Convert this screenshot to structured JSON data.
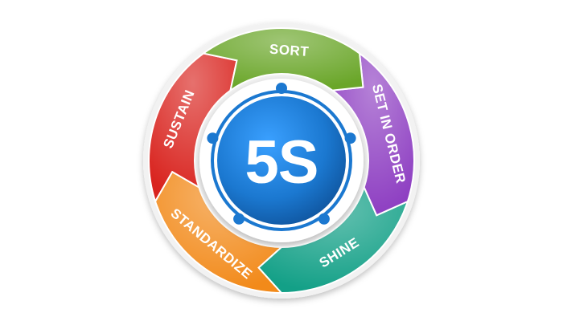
{
  "center": {
    "label": "5S",
    "color": "#1b78d0"
  },
  "segments": [
    {
      "label": "SORT",
      "color": "#6aa629"
    },
    {
      "label": "SET IN ORDER",
      "color": "#8e3fc2"
    },
    {
      "label": "SHINE",
      "color": "#13a087"
    },
    {
      "label": "STANDARDIZE",
      "color": "#f28a1a"
    },
    {
      "label": "SUSTAIN",
      "color": "#d9241f"
    }
  ]
}
